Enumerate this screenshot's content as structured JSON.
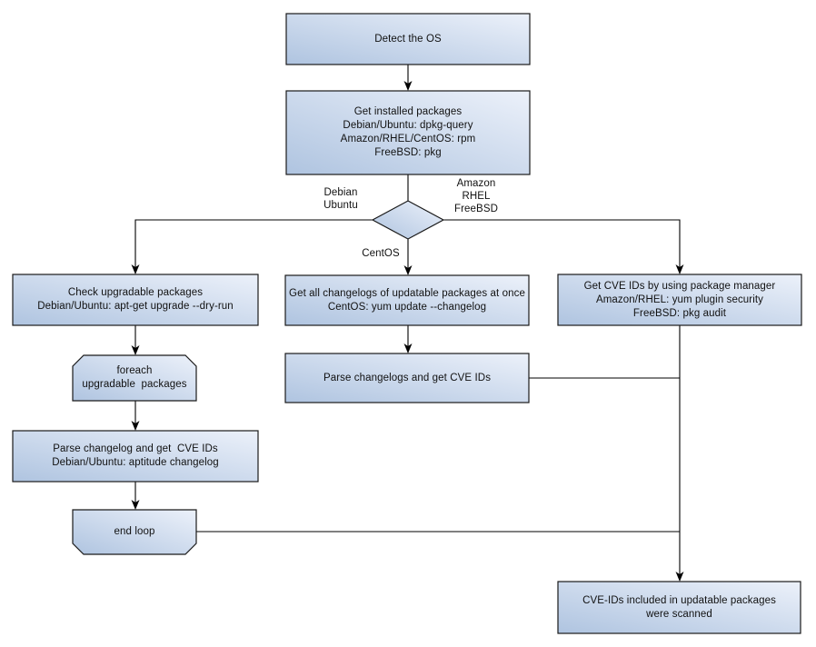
{
  "diagram": {
    "title_implicit": "OS package vulnerability scan flowchart",
    "colors": {
      "node_fill_dark": "#afc4e0",
      "node_fill_light": "#ecf1fa",
      "node_border": "#1a1a1a",
      "edge_color": "#000000",
      "text_color": "#111111",
      "background": "#ffffff"
    }
  },
  "nodes": {
    "detect_os": {
      "lines": [
        "Detect the OS"
      ]
    },
    "get_installed_packages": {
      "lines": [
        "Get installed packages",
        "Debian/Ubuntu: dpkg-query",
        "Amazon/RHEL/CentOS: rpm",
        "FreeBSD: pkg"
      ]
    },
    "check_upgradable": {
      "lines": [
        "Check upgradable packages",
        "Debian/Ubuntu: apt-get upgrade --dry-run"
      ]
    },
    "foreach_loop": {
      "lines": [
        "foreach",
        "upgradable  packages"
      ]
    },
    "parse_changelog_left": {
      "lines": [
        "Parse changelog and get  CVE IDs",
        "Debian/Ubuntu: aptitude changelog"
      ]
    },
    "end_loop": {
      "lines": [
        "end loop"
      ]
    },
    "get_all_changelogs": {
      "lines": [
        "Get all changelogs of updatable packages at once",
        "CentOS: yum update --changelog"
      ]
    },
    "parse_changelogs_mid": {
      "lines": [
        "Parse changelogs and get CVE IDs"
      ]
    },
    "get_cve_ids_right": {
      "lines": [
        "Get CVE IDs by using package manager",
        "Amazon/RHEL: yum plugin security",
        "FreeBSD: pkg audit"
      ]
    },
    "cve_scanned": {
      "lines": [
        "CVE-IDs included in updatable packages",
        "were scanned"
      ]
    }
  },
  "edge_labels": {
    "left_branch": {
      "lines": [
        "Debian",
        "Ubuntu"
      ]
    },
    "right_branch": {
      "lines": [
        "Amazon",
        "RHEL",
        "FreeBSD"
      ]
    },
    "bottom_branch": {
      "lines": [
        "CentOS"
      ]
    }
  }
}
